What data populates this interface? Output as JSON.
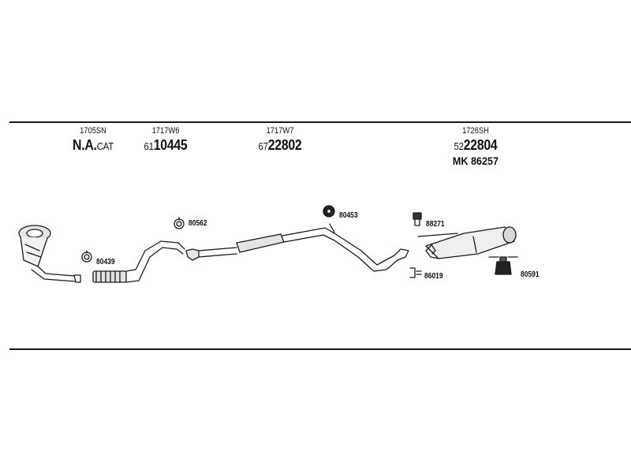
{
  "headers": [
    {
      "code": "1705SN",
      "prefix": "",
      "main": "N.A.",
      "suffix": "CAT"
    },
    {
      "code": "1717W6",
      "prefix": "61",
      "main": "10445",
      "suffix": ""
    },
    {
      "code": "1717W7",
      "prefix": "67",
      "main": "22802",
      "suffix": ""
    },
    {
      "code": "1726SH",
      "prefix": "52",
      "main": "22804",
      "suffix": "",
      "extra": "MK  86257"
    }
  ],
  "fittings": [
    {
      "ref": "80439",
      "icon": "clamp-ring-icon"
    },
    {
      "ref": "80562",
      "icon": "clamp-ring-icon"
    },
    {
      "ref": "80453",
      "icon": "rubber-hanger-icon"
    },
    {
      "ref": "88271",
      "icon": "mounting-bolt-icon"
    },
    {
      "ref": "86019",
      "icon": "bracket-clip-icon"
    },
    {
      "ref": "80591",
      "icon": "rubber-mount-icon"
    }
  ]
}
